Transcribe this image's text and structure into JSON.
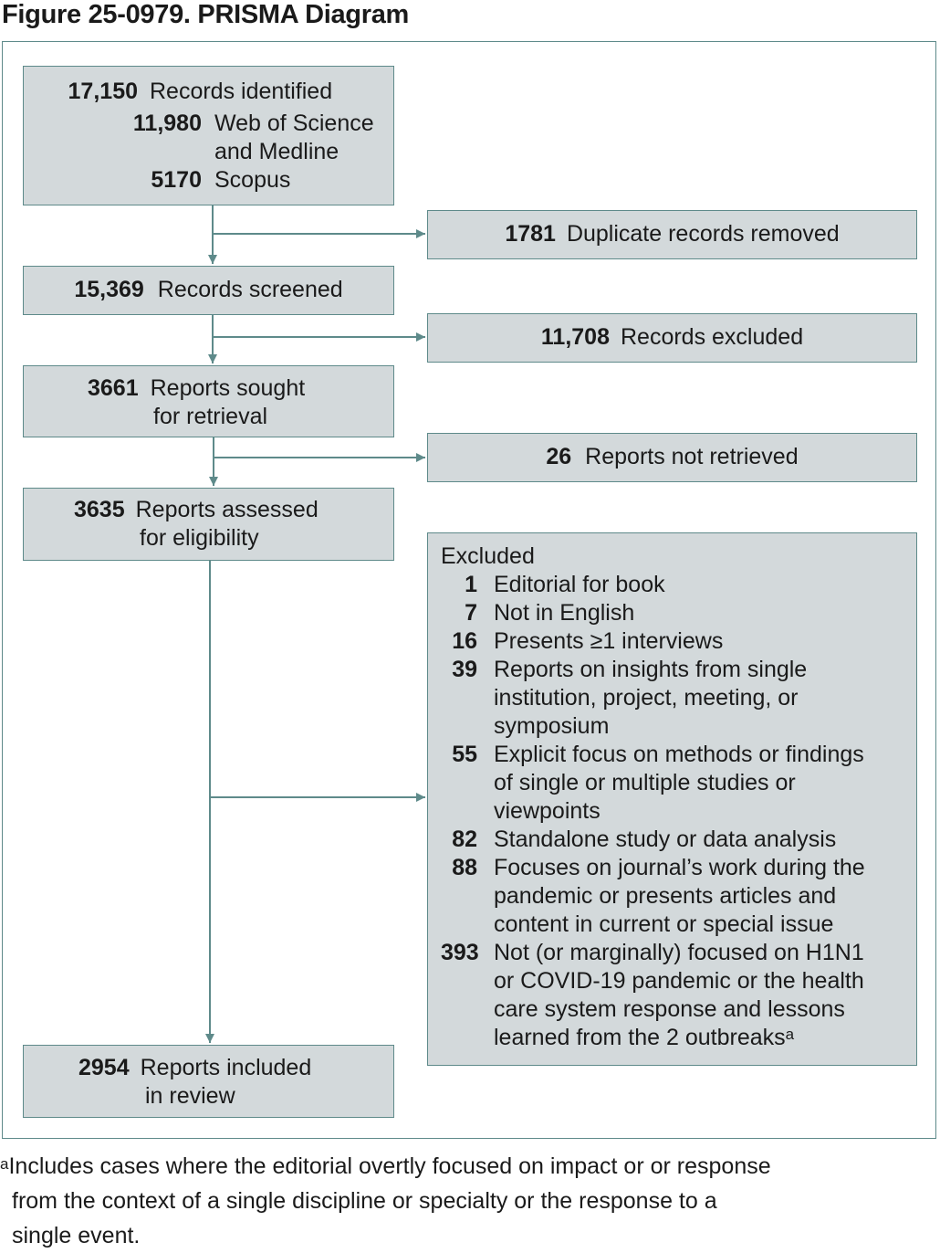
{
  "title": "Figure 25-0979. PRISMA Diagram",
  "identified": {
    "count": "17,150",
    "label": "Records identified",
    "sources": [
      {
        "count": "11,980",
        "label_lines": [
          "Web of Science",
          "and Medline"
        ]
      },
      {
        "count": "5170",
        "label_lines": [
          "Scopus"
        ]
      }
    ]
  },
  "duplicates": {
    "count": "1781",
    "label": "Duplicate records removed"
  },
  "screened": {
    "count": "15,369",
    "label": "Records screened"
  },
  "records_excluded": {
    "count": "11,708",
    "label": "Records excluded"
  },
  "sought": {
    "count": "3661",
    "label_line1": "Reports sought",
    "label_line2": "for retrieval"
  },
  "not_retrieved": {
    "count": "26",
    "label": "Reports not retrieved"
  },
  "assessed": {
    "count": "3635",
    "label_line1": "Reports assessed",
    "label_line2": "for eligibility"
  },
  "excluded": {
    "heading": "Excluded",
    "items": [
      {
        "count": "1",
        "lines": [
          "Editorial for book"
        ]
      },
      {
        "count": "7",
        "lines": [
          "Not in English"
        ]
      },
      {
        "count": "16",
        "lines": [
          "Presents ≥1 interviews"
        ]
      },
      {
        "count": "39",
        "lines": [
          "Reports on insights from single",
          "institution, project, meeting, or",
          "symposium"
        ]
      },
      {
        "count": "55",
        "lines": [
          "Explicit focus on methods or findings",
          "of single or multiple studies or",
          "viewpoints"
        ]
      },
      {
        "count": "82",
        "lines": [
          "Standalone study or data analysis"
        ]
      },
      {
        "count": "88",
        "lines": [
          "Focuses on journal’s work during the",
          "pandemic or presents articles and",
          "content in current or special issue"
        ]
      },
      {
        "count": "393",
        "lines": [
          "Not (or marginally) focused on H1N1",
          "or COVID-19 pandemic or the health",
          "care system response and lessons",
          "learned from the 2 outbreaks"
        ],
        "footnote_mark": "a"
      }
    ]
  },
  "included": {
    "count": "2954",
    "label_line1": "Reports included",
    "label_line2": "in review"
  },
  "footnote": {
    "mark": "a",
    "lines": [
      "Includes cases where the editorial overtly focused on impact or or response",
      "from the context of a single discipline or specialty or the response to a",
      "single event."
    ]
  },
  "colors": {
    "box_fill": "#d3d9db",
    "line": "#5e8a8a"
  }
}
